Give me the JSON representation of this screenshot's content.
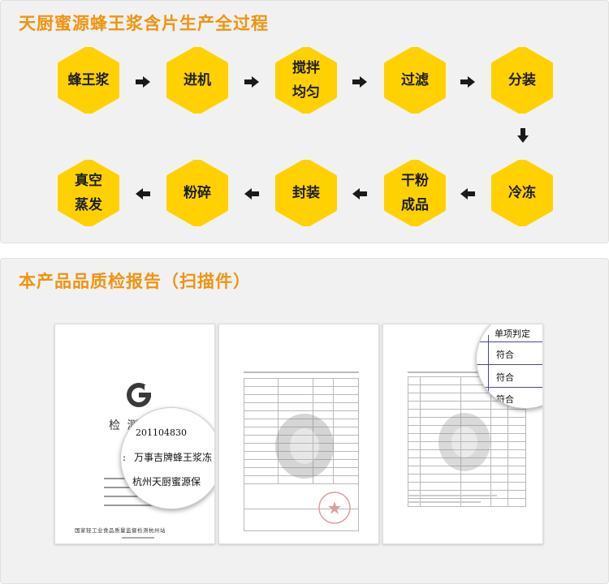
{
  "section1": {
    "title": "天厨蜜源蜂王浆含片生产全过程",
    "steps": [
      {
        "label": "蜂王浆"
      },
      {
        "label": "进机"
      },
      {
        "label": "搅拌\n均匀"
      },
      {
        "label": "过滤"
      },
      {
        "label": "分装"
      },
      {
        "label": "冷冻"
      },
      {
        "label": "干粉\n成品"
      },
      {
        "label": "封装"
      },
      {
        "label": "粉碎"
      },
      {
        "label": "真空\n蒸发"
      }
    ],
    "colors": {
      "hexagon": "#ffd100",
      "arrow": "#1a1a1a",
      "title": "#f0940f"
    }
  },
  "section2": {
    "title": "本产品品质检报告（扫描件）",
    "doc1": {
      "logo_letter": "G",
      "heading": "检 测",
      "magnifier": {
        "number": "201104830",
        "colon": ":",
        "product": "万事吉牌蜂王浆冻",
        "company": "杭州天厨蜜源保"
      },
      "footer": "国家轻工业食品质量监督检测杭州站"
    },
    "doc3": {
      "magnifier": {
        "header": "单项判定",
        "rows": [
          "符合",
          "符合",
          "符合"
        ]
      }
    }
  }
}
